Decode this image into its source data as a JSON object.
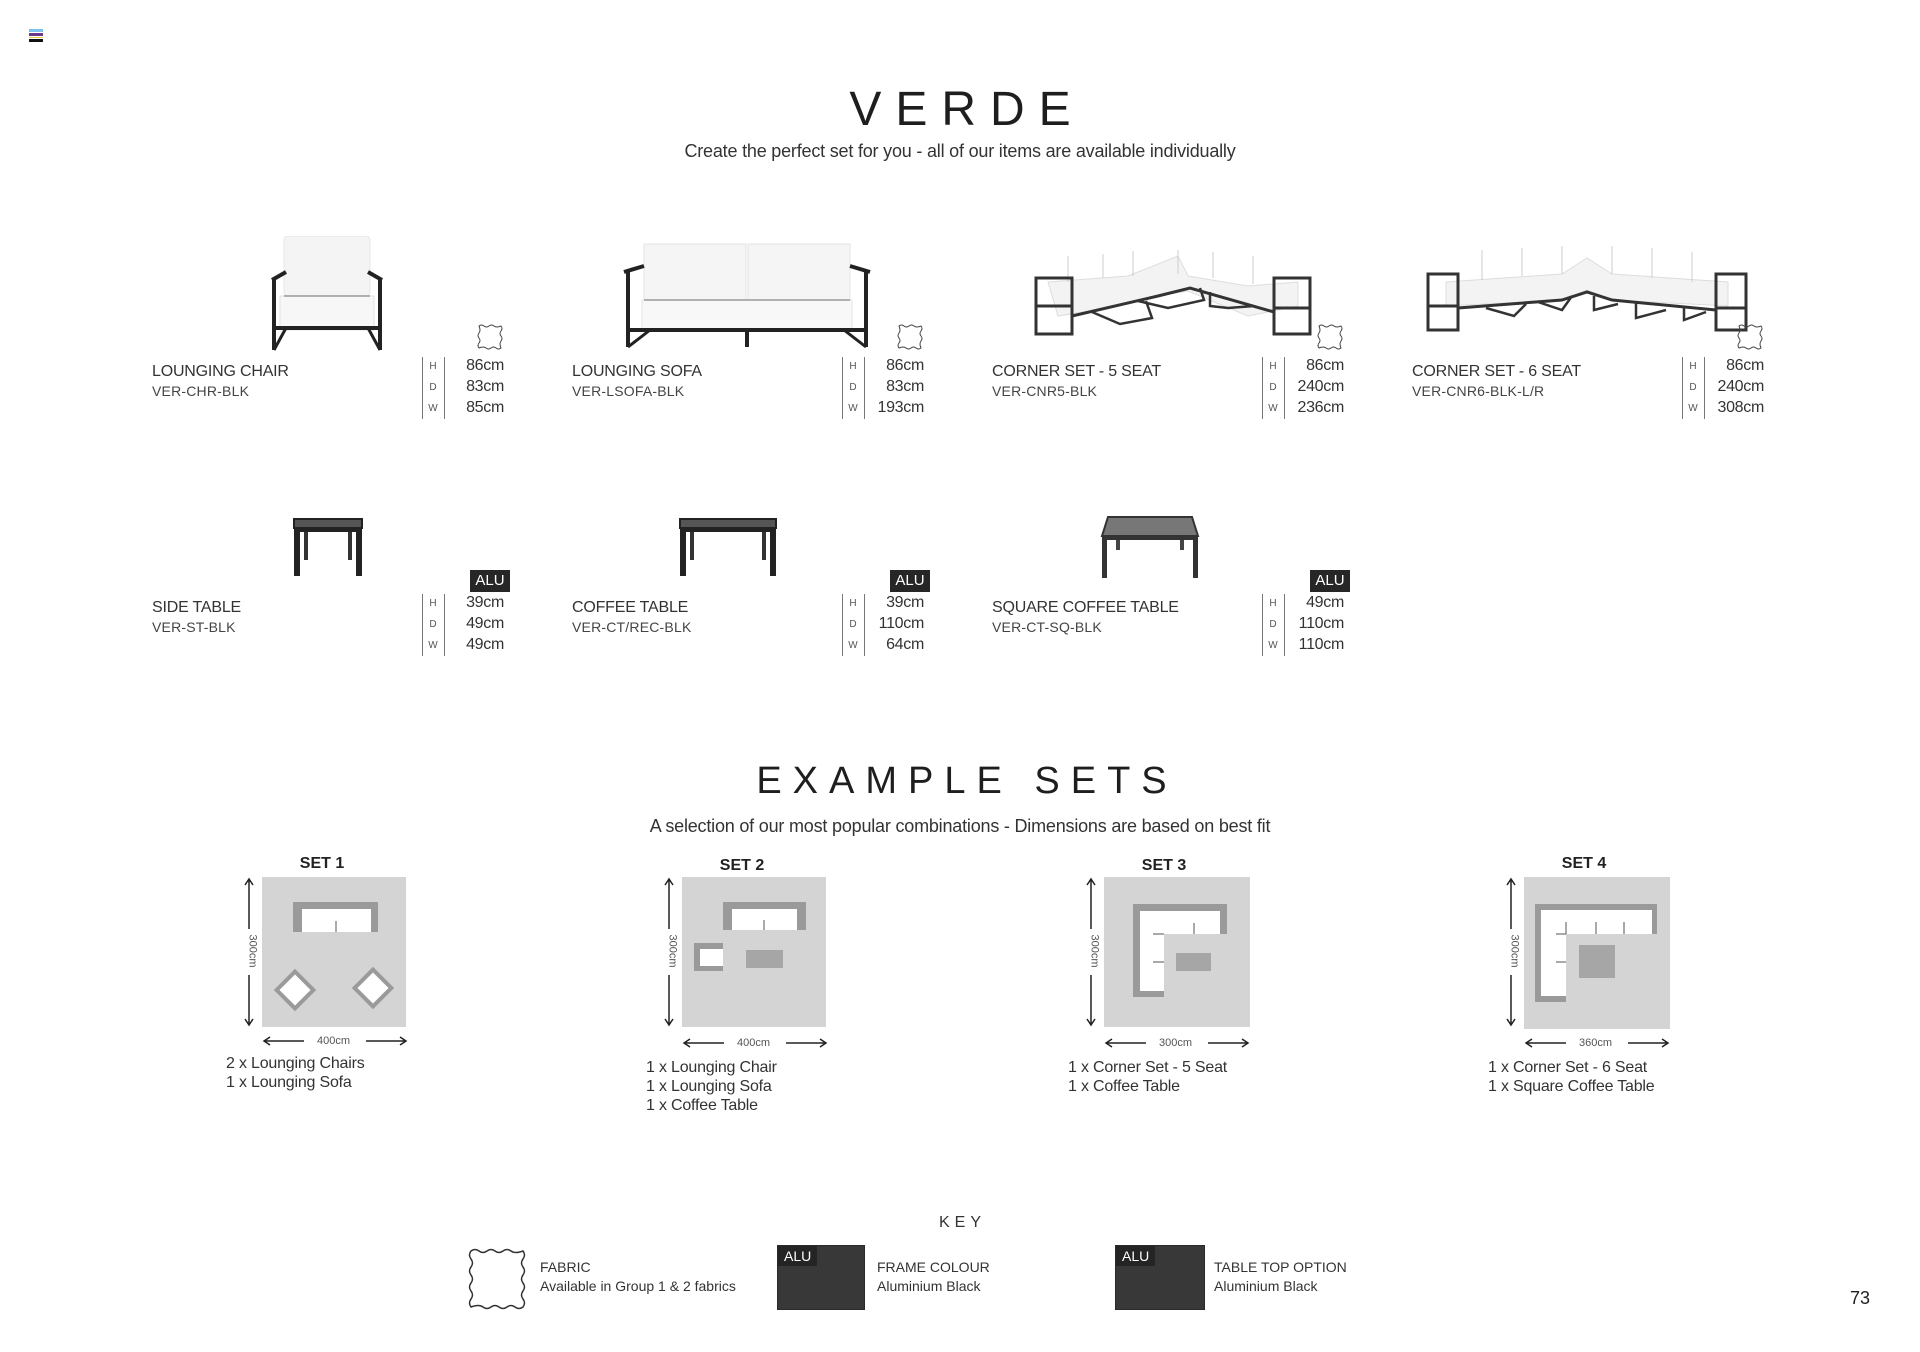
{
  "header": {
    "title": "VERDE",
    "subtitle": "Create the perfect set for you - all of our items are available individually"
  },
  "products": [
    {
      "name": "LOUNGING CHAIR",
      "code": "VER-CHR-BLK",
      "material": "fabric",
      "dims": {
        "H": "86cm",
        "D": "83cm",
        "W": "85cm"
      }
    },
    {
      "name": "LOUNGING SOFA",
      "code": "VER-LSOFA-BLK",
      "material": "fabric",
      "dims": {
        "H": "86cm",
        "D": "83cm",
        "W": "193cm"
      }
    },
    {
      "name": "CORNER SET - 5 SEAT",
      "code": "VER-CNR5-BLK",
      "material": "fabric",
      "dims": {
        "H": "86cm",
        "D": "240cm",
        "W": "236cm"
      }
    },
    {
      "name": "CORNER SET - 6 SEAT",
      "code": "VER-CNR6-BLK-L/R",
      "material": "fabric",
      "dims": {
        "H": "86cm",
        "D": "240cm",
        "W": "308cm"
      }
    },
    {
      "name": "SIDE TABLE",
      "code": "VER-ST-BLK",
      "material": "ALU",
      "dims": {
        "H": "39cm",
        "D": "49cm",
        "W": "49cm"
      }
    },
    {
      "name": "COFFEE TABLE",
      "code": "VER-CT/REC-BLK",
      "material": "ALU",
      "dims": {
        "H": "39cm",
        "D": "110cm",
        "W": "64cm"
      }
    },
    {
      "name": "SQUARE COFFEE TABLE",
      "code": "VER-CT-SQ-BLK",
      "material": "ALU",
      "dims": {
        "H": "49cm",
        "D": "110cm",
        "W": "110cm"
      }
    }
  ],
  "dim_labels": {
    "H": "H",
    "D": "D",
    "W": "W"
  },
  "examples": {
    "title": "EXAMPLE SETS",
    "subtitle": "A selection of our most popular combinations - Dimensions are based on best fit",
    "sets": [
      {
        "label": "SET 1",
        "depth": "300cm",
        "width": "400cm",
        "items": [
          "2 x Lounging Chairs",
          "1 x Lounging Sofa"
        ]
      },
      {
        "label": "SET 2",
        "depth": "300cm",
        "width": "400cm",
        "items": [
          "1 x Lounging Chair",
          "1 x Lounging Sofa",
          "1 x Coffee Table"
        ]
      },
      {
        "label": "SET 3",
        "depth": "300cm",
        "width": "300cm",
        "items": [
          "1 x Corner Set - 5 Seat",
          "1 x Coffee Table"
        ]
      },
      {
        "label": "SET 4",
        "depth": "300cm",
        "width": "360cm",
        "items": [
          "1 x Corner Set - 6 Seat",
          "1 x Square Coffee Table"
        ]
      }
    ]
  },
  "key": {
    "title": "KEY",
    "items": [
      {
        "icon": "fabric-icon",
        "title": "FABRIC",
        "desc": "Available in Group 1 & 2 fabrics"
      },
      {
        "icon": "alu-swatch",
        "tag": "ALU",
        "title": "FRAME COLOUR",
        "desc": "Aluminium Black"
      },
      {
        "icon": "alu-swatch",
        "tag": "ALU",
        "title": "TABLE TOP OPTION",
        "desc": "Aluminium Black"
      }
    ]
  },
  "badge_label": "ALU",
  "colors": {
    "frame": "#262626",
    "plan_bg": "#d4d4d4",
    "plan_frame": "#9a9a9a"
  },
  "page_number": "73"
}
